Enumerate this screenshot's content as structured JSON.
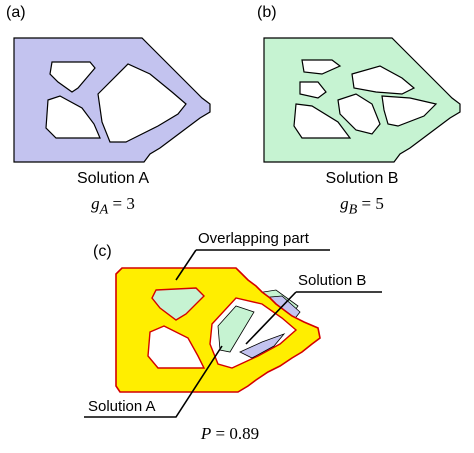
{
  "colors": {
    "solution_a_fill": "#c3c3ef",
    "solution_b_fill": "#c6f3d2",
    "overlap_fill": "#ffee00",
    "overlap_border": "#d40000",
    "outline": "#000000"
  },
  "panels": {
    "a": {
      "label": "(a)",
      "caption": "Solution A",
      "var_base": "g",
      "var_sub": "A",
      "relation": "= 3"
    },
    "b": {
      "label": "(b)",
      "caption": "Solution B",
      "var_base": "g",
      "var_sub": "B",
      "relation": "= 5"
    },
    "c": {
      "label": "(c)",
      "callout_overlap": "Overlapping part",
      "callout_solution_b": "Solution B",
      "callout_solution_a": "Solution A",
      "var_base": "P",
      "relation": "= 0.89"
    }
  }
}
